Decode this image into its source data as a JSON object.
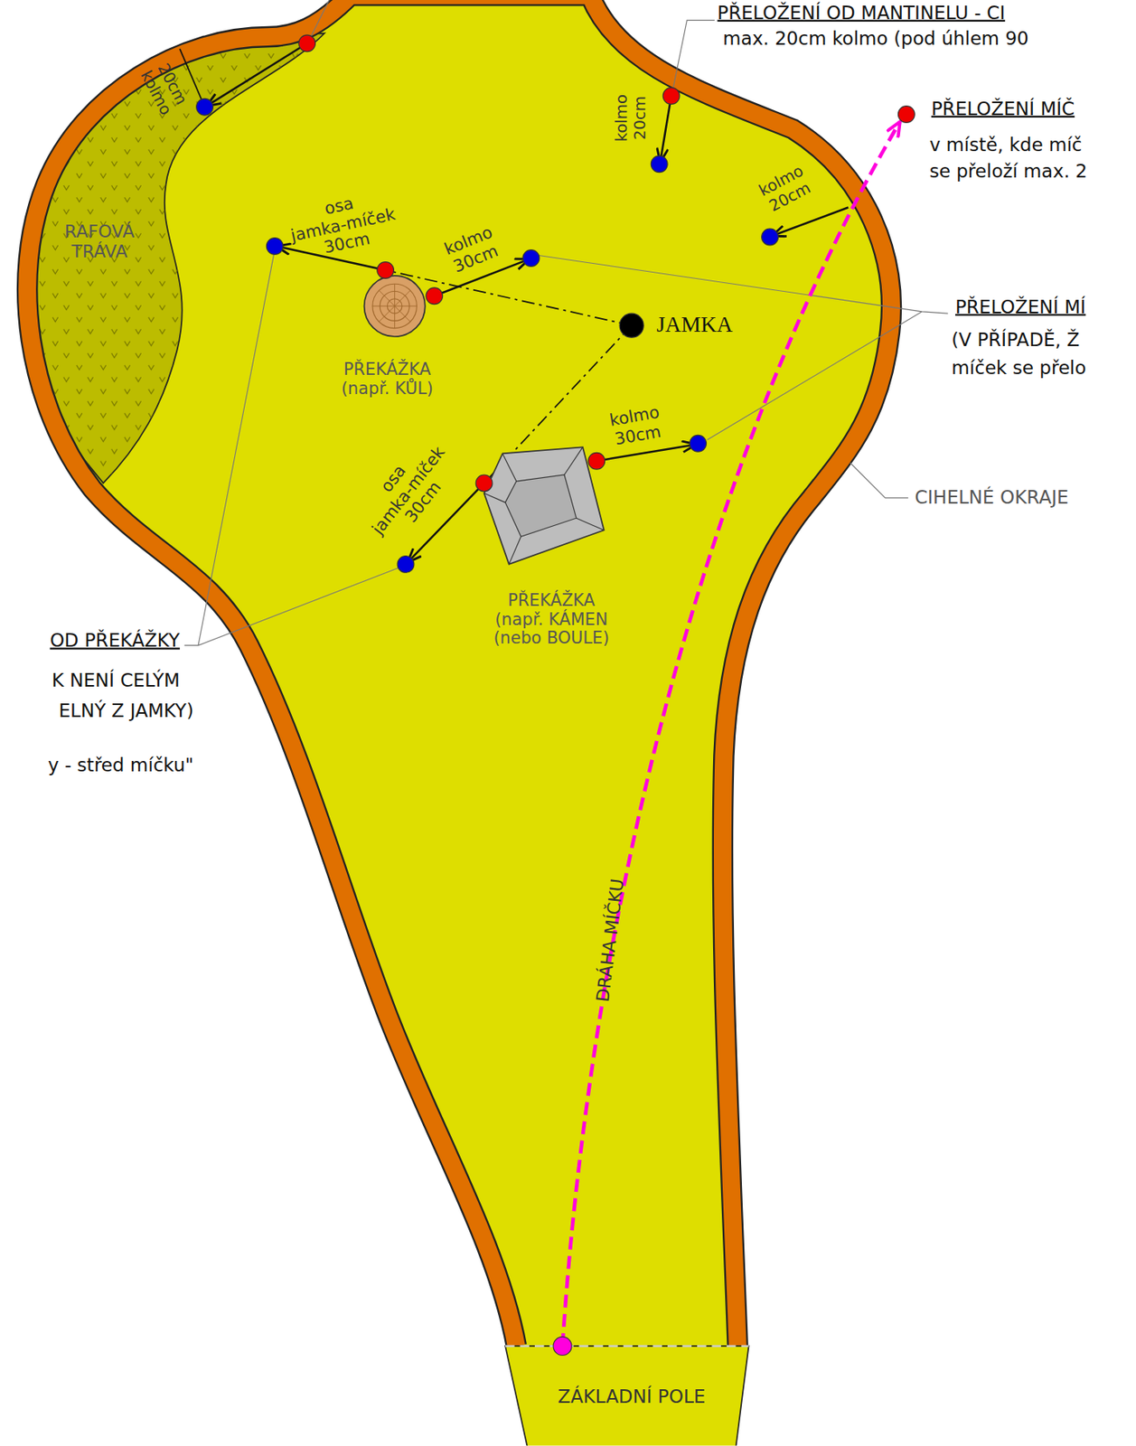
{
  "diagram": {
    "nodes": [
      {
        "text": [
          "RAFOVÁ TRÁVA"
        ]
      },
      {
        "text": [
          "ZÁKLADNÍ POLE"
        ]
      }
    ],
    "labels": [
      "PŘELOŽENÍ OD MANTINELU - CI",
      "max. 20cm kolmo (pod úhlem 90",
      "PŘELOŽENÍ MÍČ",
      "v místě, kde míč",
      "se přeloží max. 2",
      "20cm kolmo",
      "kolmo 20cm",
      "kolmo 20cm",
      "osa jamka-míček 30cm",
      "kolmo 30cm",
      "JAMKA",
      "PŘEKÁŽKA (např. KŮL)",
      "PŘELOŽENÍ MÍ",
      "(V PŘÍPADĚ, Ž",
      "míček se přelo",
      "osa jamka-míček 30cm",
      "kolmo 30cm",
      "CIHELNÉ OKRAJE",
      "PŘEKÁŽKA (např. KÁMEN (nebo BOULE)",
      "OD PŘEKÁŽKY",
      "K NENÍ CELÝM",
      "ELNÝ Z JAMKY)",
      "y - střed míčku\"",
      "DRÁHA MÍČKU"
    ]
  }
}
